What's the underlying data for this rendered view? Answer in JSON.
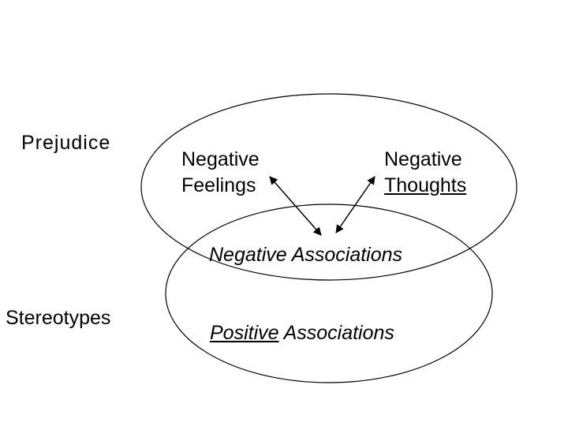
{
  "diagram": {
    "labels": {
      "prejudice": "Prejudice",
      "stereotypes": "Stereotypes"
    },
    "nodes": {
      "negative_feelings": {
        "line1": "Negative",
        "line2": "Feelings"
      },
      "negative_thoughts": {
        "line1": "Negative",
        "line2": "Thoughts"
      },
      "negative_associations": "Negative Associations",
      "positive_associations": {
        "emphasis": "Positive",
        "rest": " Associations"
      }
    },
    "colors": {
      "stroke": "#000000",
      "background": "#ffffff",
      "text": "#000000"
    }
  }
}
